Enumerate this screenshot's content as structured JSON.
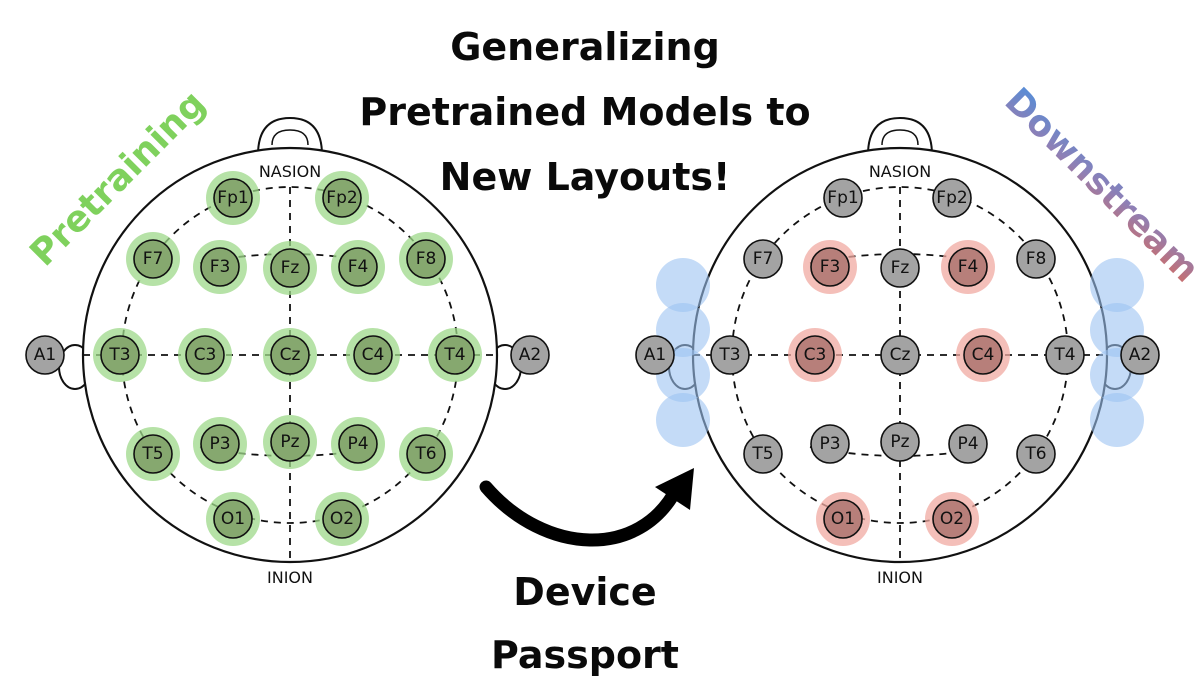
{
  "title_lines": [
    "Generalizing",
    "Pretrained Models to",
    "New Layouts!"
  ],
  "bottom_lines": [
    "Device",
    "Passport"
  ],
  "left_label": "Pretraining",
  "right_label": "Downstream",
  "landmarks": {
    "nasion": "NASION",
    "inion": "INION"
  },
  "electrodes": [
    "Fp1",
    "Fp2",
    "F7",
    "F3",
    "Fz",
    "F4",
    "F8",
    "A1",
    "T3",
    "C3",
    "Cz",
    "C4",
    "T4",
    "A2",
    "T5",
    "P3",
    "Pz",
    "P4",
    "T6",
    "O1",
    "O2"
  ],
  "colors": {
    "green_fill": "#86a86f",
    "green_halo": "#9ed88a",
    "grey_fill": "#a3a3a3",
    "red_fill": "#b77f7a",
    "red_halo": "#f0a9a2",
    "blue_halo": "#9cc3f2",
    "pretraining_text": "#7fd15d",
    "downstream_gradient": [
      "#4f8fdc",
      "#8f7fb5",
      "#d86a5c"
    ]
  },
  "left_head": {
    "highlight": [
      "Fp1",
      "Fp2",
      "F7",
      "F3",
      "Fz",
      "F4",
      "F8",
      "T3",
      "C3",
      "Cz",
      "C4",
      "T4",
      "T5",
      "P3",
      "Pz",
      "P4",
      "T6",
      "O1",
      "O2"
    ]
  },
  "right_head": {
    "highlight": [
      "F3",
      "F4",
      "C3",
      "C4",
      "O1",
      "O2"
    ]
  }
}
